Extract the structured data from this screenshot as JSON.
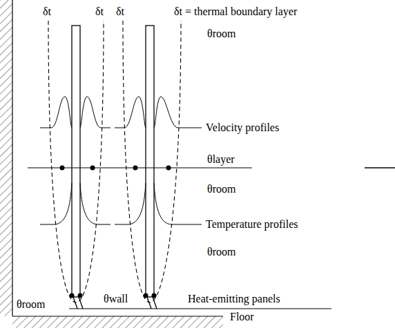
{
  "diagram": {
    "labels": [
      "δt",
      "δt",
      "δt",
      "δt = thermal boundary layer",
      "θroom",
      "Velocity profiles",
      "θlayer",
      "θroom",
      "Temperature profiles",
      "θroom",
      "θwall",
      "Heat-emitting panels",
      "θroom",
      "Floor"
    ]
  }
}
